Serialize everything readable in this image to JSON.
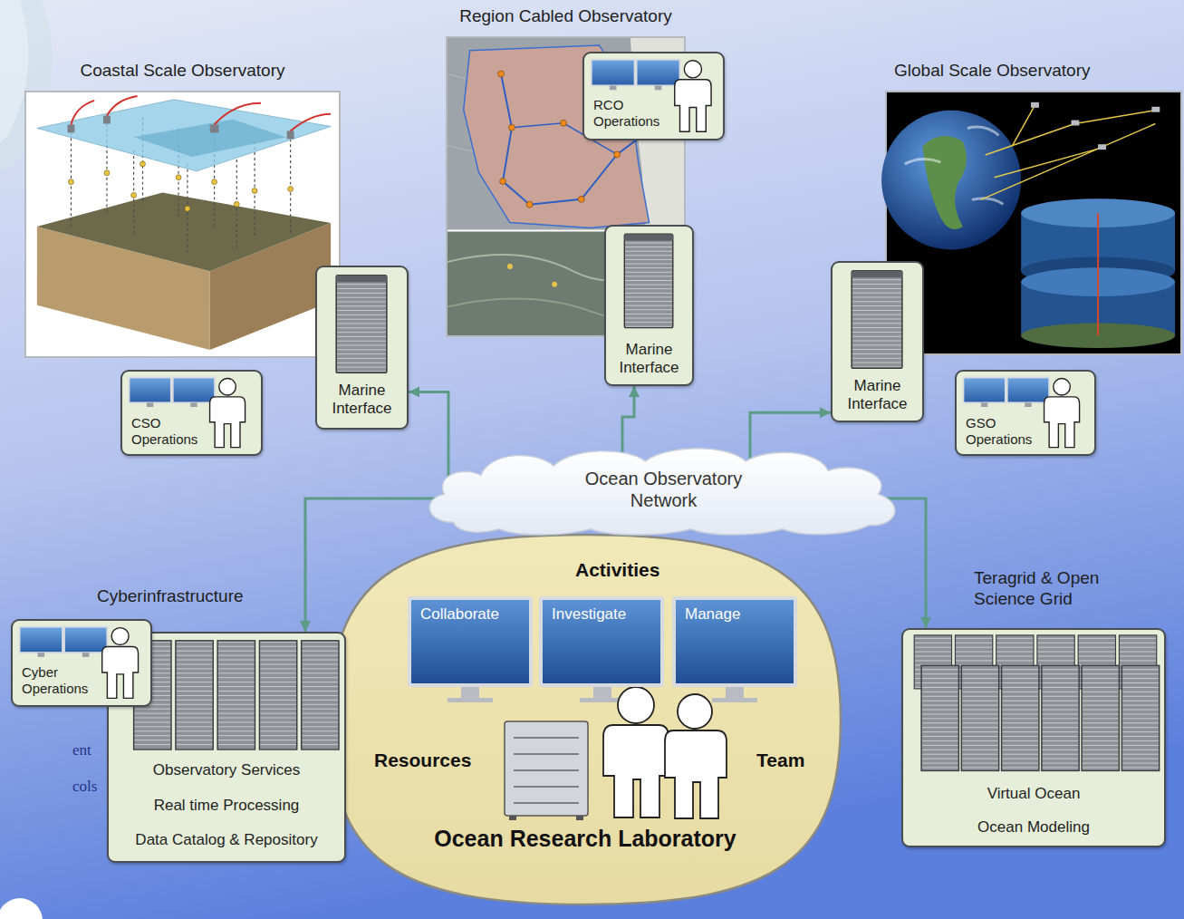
{
  "diagram": {
    "nodes": [
      {
        "text": [
          "Coastal Scale Observatory"
        ]
      },
      {
        "text": [
          "Region Cabled Observatory"
        ]
      },
      {
        "text": [
          "RCO Operations"
        ]
      },
      {
        "text": [
          "Global Scale Observatory"
        ]
      },
      {
        "text": [
          "CSO Operations"
        ]
      },
      {
        "text": [
          "Marine Interface"
        ]
      },
      {
        "text": [
          "Marine Interface"
        ]
      },
      {
        "text": [
          "Marine Interface"
        ]
      },
      {
        "text": [
          "GSO Operations"
        ]
      },
      {
        "text": [
          "Ocean Observatory Network"
        ]
      },
      {
        "text": [
          "Activities",
          "Resources",
          "Team",
          "Ocean Research Laboratory"
        ]
      },
      {
        "text": [
          "Collaborate"
        ],
        "in": 10
      },
      {
        "text": [
          "Investigate"
        ],
        "in": 10
      },
      {
        "text": [
          "Manage"
        ],
        "in": 10
      },
      {
        "text": [
          "Cyberinfrastructure",
          "Observatory Services",
          "Real time Processing",
          "Data Catalog & Repository"
        ]
      },
      {
        "text": [
          "Cyber Operations"
        ]
      },
      {
        "text": [
          "Teragrid & Open Science Grid",
          "Virtual Ocean",
          "Ocean Modeling"
        ]
      }
    ],
    "edges": [
      {
        "from": 9,
        "to": 5,
        "arrow": "to"
      },
      {
        "from": 9,
        "to": 6,
        "arrow": "to"
      },
      {
        "from": 9,
        "to": 7,
        "arrow": "to"
      },
      {
        "from": 9,
        "to": 14,
        "arrow": "to"
      },
      {
        "from": 9,
        "to": 16,
        "arrow": "to"
      }
    ],
    "labels": [
      "ent",
      "cols"
    ]
  }
}
